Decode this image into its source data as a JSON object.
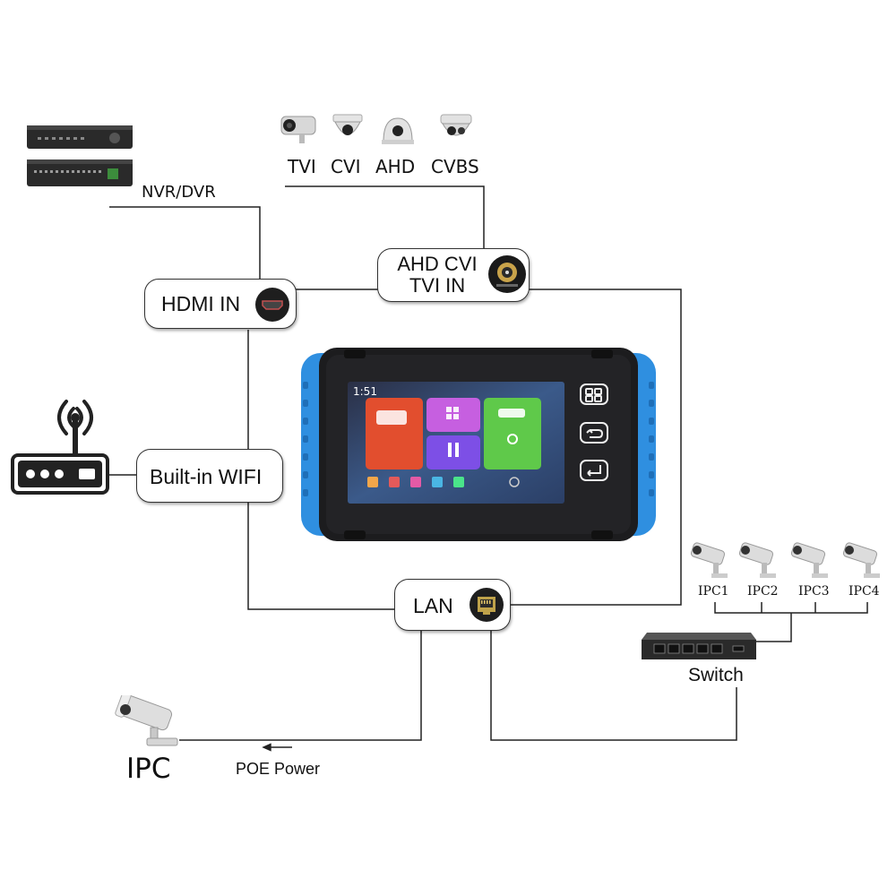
{
  "labels": {
    "nvr_dvr": "NVR/DVR",
    "cam_types": [
      "TVI",
      "CVI",
      "AHD",
      "CVBS"
    ],
    "ahd_cvi_line1": "AHD CVI",
    "ahd_cvi_line2": "TVI IN",
    "hdmi_in": "HDMI IN",
    "builtin_wifi": "Built-in WIFI",
    "lan": "LAN",
    "ipc_numbered": [
      "IPC1",
      "IPC2",
      "IPC3",
      "IPC4"
    ],
    "switch": "Switch",
    "ipc": "IPC",
    "poe_power": "POE Power"
  },
  "device_screen": {
    "time": "1:51"
  },
  "colors": {
    "device_accent": "#2f8fe0",
    "device_body": "#1c1c1e",
    "wire": "#222222"
  },
  "icons": [
    "nvr-dvr-icon",
    "bullet-camera-icon",
    "dome-camera-icon",
    "router-icon",
    "bnc-connector-icon",
    "hdmi-port-icon",
    "rj45-port-icon",
    "network-switch-icon",
    "ip-camera-icon"
  ]
}
